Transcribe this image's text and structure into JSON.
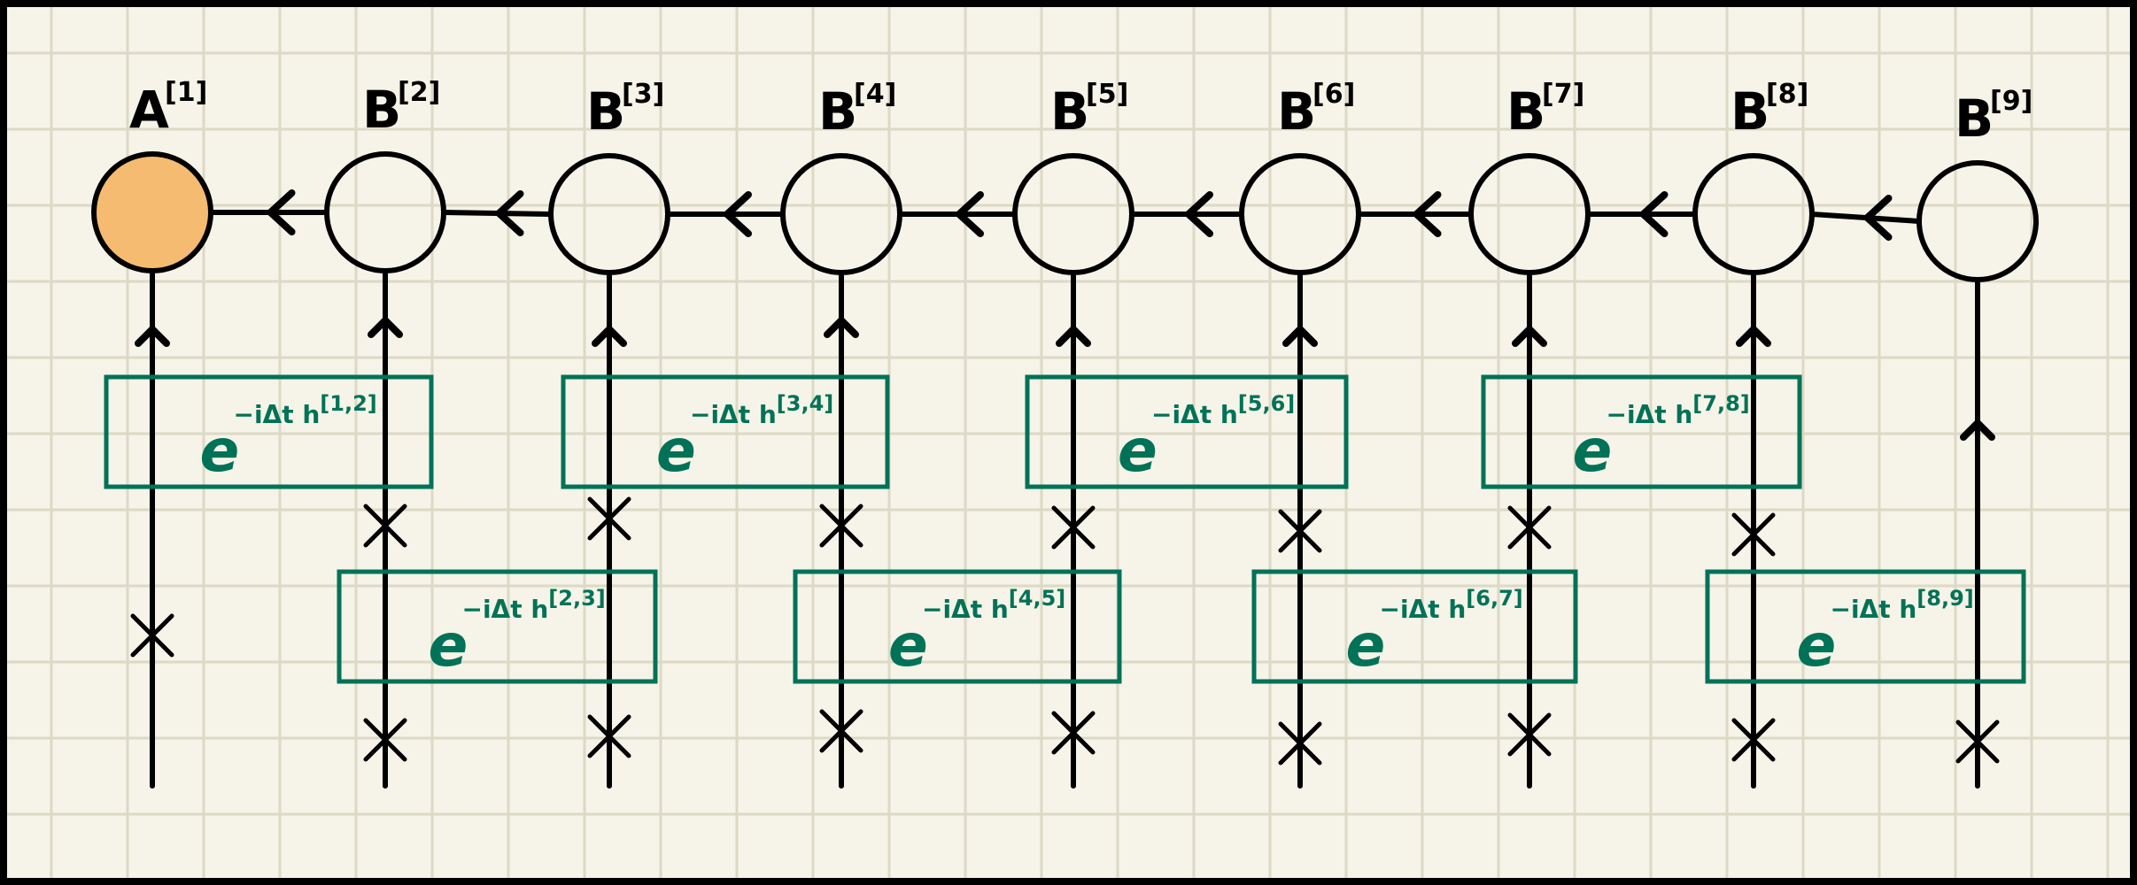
{
  "nodes": [
    {
      "letter": "A",
      "sup": "[1]",
      "filled": true
    },
    {
      "letter": "B",
      "sup": "[2]",
      "filled": false
    },
    {
      "letter": "B",
      "sup": "[3]",
      "filled": false
    },
    {
      "letter": "B",
      "sup": "[4]",
      "filled": false
    },
    {
      "letter": "B",
      "sup": "[5]",
      "filled": false
    },
    {
      "letter": "B",
      "sup": "[6]",
      "filled": false
    },
    {
      "letter": "B",
      "sup": "[7]",
      "filled": false
    },
    {
      "letter": "B",
      "sup": "[8]",
      "filled": false
    },
    {
      "letter": "B",
      "sup": "[9]",
      "filled": false
    }
  ],
  "gates": [
    {
      "base": "e",
      "exponent": "−iΔt h",
      "sites": "[1,2]",
      "row": "top"
    },
    {
      "base": "e",
      "exponent": "−iΔt h",
      "sites": "[3,4]",
      "row": "top"
    },
    {
      "base": "e",
      "exponent": "−iΔt h",
      "sites": "[5,6]",
      "row": "top"
    },
    {
      "base": "e",
      "exponent": "−iΔt h",
      "sites": "[7,8]",
      "row": "top"
    },
    {
      "base": "e",
      "exponent": "−iΔt h",
      "sites": "[2,3]",
      "row": "bottom"
    },
    {
      "base": "e",
      "exponent": "−iΔt h",
      "sites": "[4,5]",
      "row": "bottom"
    },
    {
      "base": "e",
      "exponent": "−iΔt h",
      "sites": "[6,7]",
      "row": "bottom"
    },
    {
      "base": "e",
      "exponent": "−iΔt h",
      "sites": "[8,9]",
      "row": "bottom"
    }
  ],
  "colors": {
    "background": "#f6f4e8",
    "grid": "#dcd9c6",
    "gate": "#007257",
    "node_fill": "#f5bb70",
    "ink": "#000000"
  }
}
